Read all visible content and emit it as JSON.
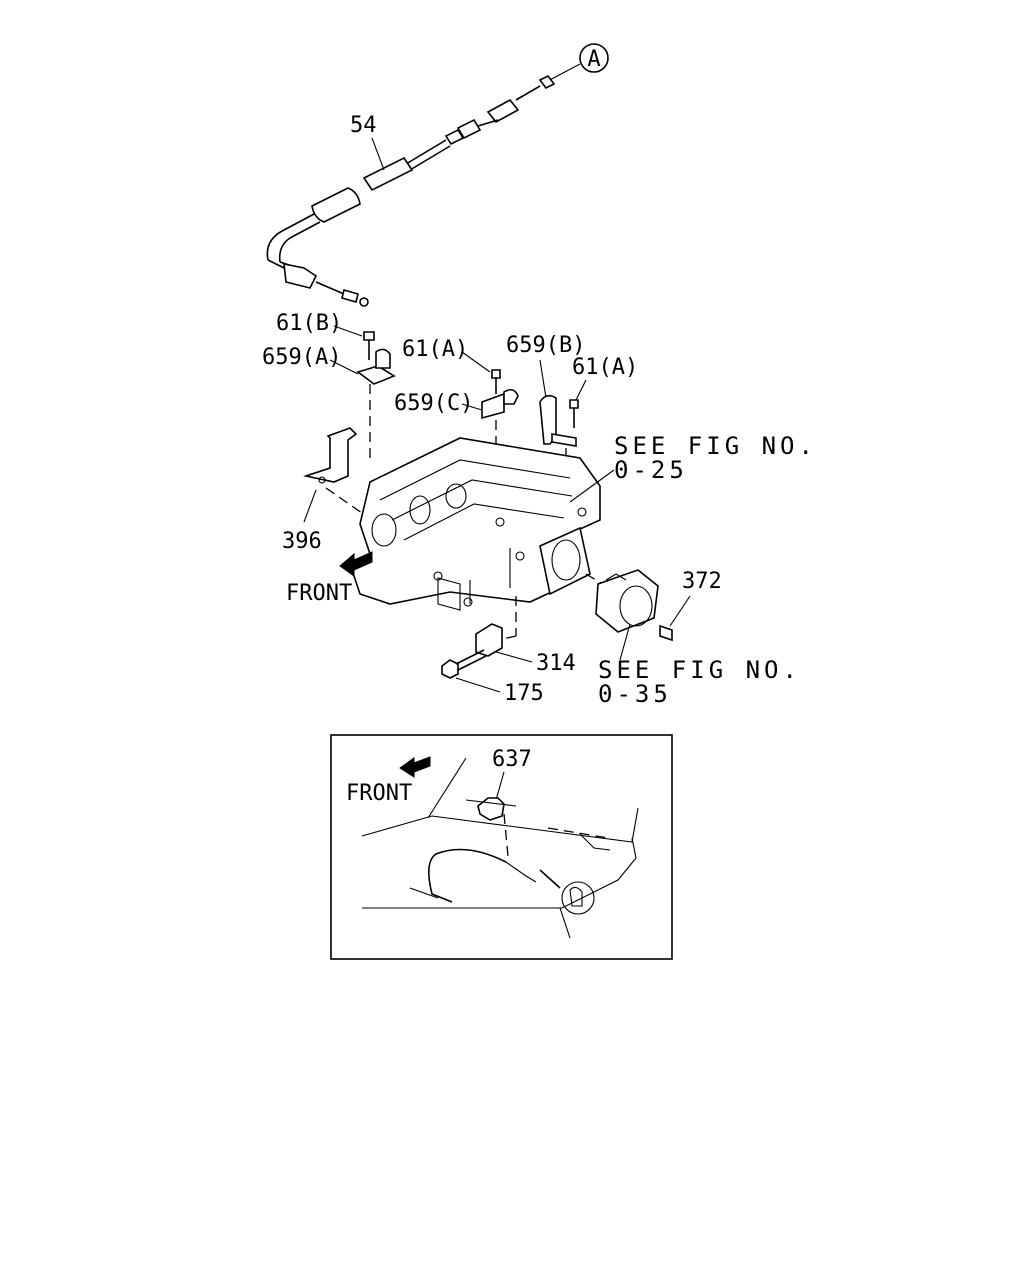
{
  "callouts": {
    "ref_a": "A",
    "p54": "54",
    "p61b": "61(B)",
    "p659a": "659(A)",
    "p61a_left": "61(A)",
    "p659b": "659(B)",
    "p61a_right": "61(A)",
    "p659c": "659(C)",
    "p396": "396",
    "p372": "372",
    "p314": "314",
    "p175": "175",
    "p637": "637"
  },
  "notes": {
    "see_fig_1_line1": "SEE FIG NO.",
    "see_fig_1_line2": "0-25",
    "see_fig_2_line1": "SEE FIG NO.",
    "see_fig_2_line2": "0-35",
    "front_main": "FRONT",
    "front_inset": "FRONT"
  },
  "colors": {
    "ink": "#000000",
    "paper": "#ffffff"
  }
}
